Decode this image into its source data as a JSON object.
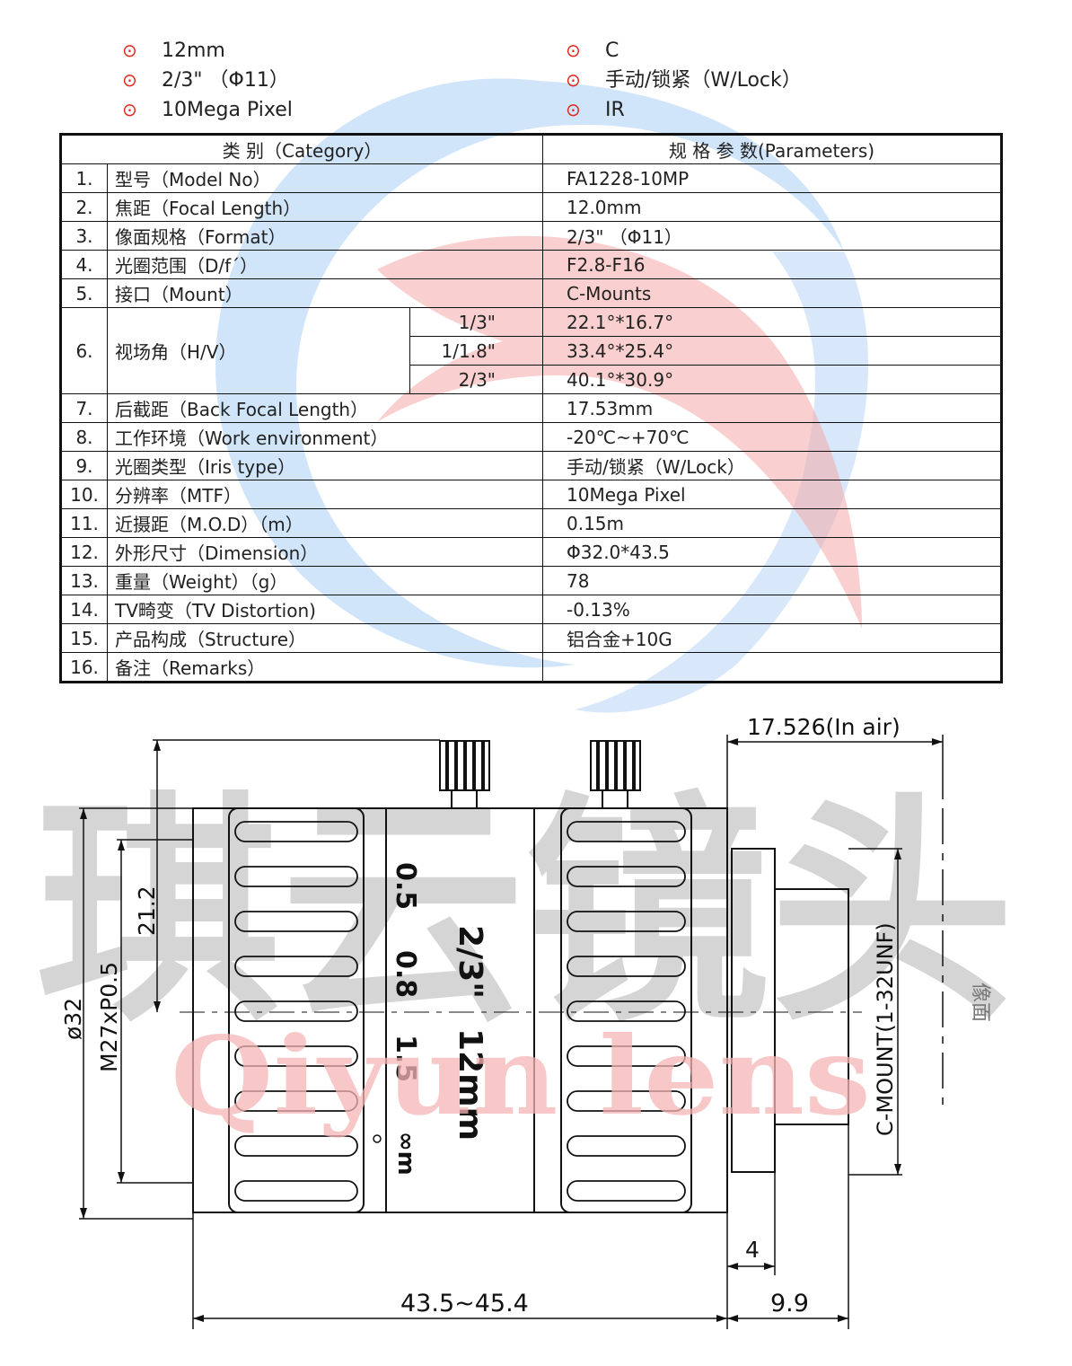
{
  "features": {
    "left": [
      "12mm",
      "2/3\" （Φ11）",
      "10Mega Pixel"
    ],
    "right": [
      "C",
      "手动/锁紧（W/Lock）",
      "IR"
    ],
    "bullet_icon": "circled-dot-icon",
    "bullet_color": "#e0261b"
  },
  "table": {
    "header_category": "类 别（Category）",
    "header_parameters": "规 格 参 数(Parameters)",
    "rows": [
      {
        "no": "1.",
        "label": "型号（Model No）",
        "value": "FA1228-10MP"
      },
      {
        "no": "2.",
        "label": "焦距（Focal Length）",
        "value": "12.0mm"
      },
      {
        "no": "3.",
        "label": "像面规格（Format）",
        "value": "2/3\" （Φ11）"
      },
      {
        "no": "4.",
        "label": "光圈范围（D/f´）",
        "value": "F2.8-F16"
      },
      {
        "no": "5.",
        "label": "接口（Mount）",
        "value": "C-Mounts"
      },
      {
        "no": "6.",
        "label": "视场角（H/V）",
        "sub": [
          {
            "format": "1/3\"",
            "value": "22.1°*16.7°"
          },
          {
            "format": "1/1.8\"",
            "value": "33.4°*25.4°"
          },
          {
            "format": "2/3\"",
            "value": "40.1°*30.9°"
          }
        ]
      },
      {
        "no": "7.",
        "label": "后截距（Back Focal Length）",
        "value": "17.53mm"
      },
      {
        "no": "8.",
        "label": "工作环境（Work environment）",
        "value": "-20℃~+70℃"
      },
      {
        "no": "9.",
        "label": "光圈类型（Iris type）",
        "value": "手动/锁紧（W/Lock）"
      },
      {
        "no": "10.",
        "label": "分辨率（MTF）",
        "value": "10Mega Pixel"
      },
      {
        "no": "11.",
        "label": "近摄距（M.O.D）（m）",
        "value": "0.15m"
      },
      {
        "no": "12.",
        "label": "外形尺寸（Dimension）",
        "value": "Φ32.0*43.5"
      },
      {
        "no": "13.",
        "label": "重量（Weight）（g）",
        "value": "78"
      },
      {
        "no": "14.",
        "label": "TV畸变（TV Distortion)",
        "value": "-0.13%"
      },
      {
        "no": "15.",
        "label": "产品构成（Structure）",
        "value": "铝合金+10G"
      },
      {
        "no": "16.",
        "label": "备注（Remarks）",
        "value": ""
      }
    ]
  },
  "drawing": {
    "dim_top": "17.526(In air)",
    "dim_overall_dia": "ø32",
    "dim_thread": "M27xP0.5",
    "dim_half": "21.2",
    "dim_mount": "C-MOUNT(1-32UNF)",
    "image_plane": "像面",
    "dim_length": "43.5~45.4",
    "dim_flange": "9.9",
    "dim_4": "4",
    "focus_scale": [
      "0.5",
      "0.8",
      "1.5",
      "∞m"
    ],
    "lens_format": "2/3\"",
    "lens_focal": "12mm",
    "watermark_cn": "琪云镜头",
    "watermark_en": "Qiyun lens",
    "colors": {
      "swoosh_blue": "#a9cdf5",
      "swoosh_red": "#f4a7a7",
      "watermark_gray": "#c8c8c8",
      "watermark_red": "#f6b6b6",
      "lens_text_red": "#c0392b"
    }
  }
}
